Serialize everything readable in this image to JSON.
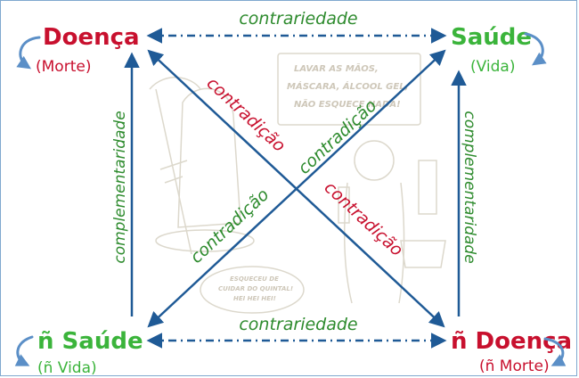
{
  "corners": {
    "top_left": {
      "term": "Doença",
      "sub": "(Morte)"
    },
    "top_right": {
      "term": "Saúde",
      "sub": "(Vida)"
    },
    "bottom_left": {
      "term": "ñ Saúde",
      "sub": "(ñ Vida)"
    },
    "bottom_right": {
      "term": "ñ Doença",
      "sub": "(ñ Morte)"
    }
  },
  "relations": {
    "contrariety_top": "contrariedade",
    "contrariety_bottom": "contrariedade",
    "complementarity_left": "complementaridade",
    "complementarity_right": "complementaridade",
    "contradiction_1": "contradição",
    "contradiction_2": "contradição",
    "contradiction_3": "contradição",
    "contradiction_4": "contradição"
  },
  "background_cartoon": {
    "sign": [
      "LAVAR AS MÃOS,",
      "MÁSCARA, ÁLCOOL GEL,",
      "NÃO ESQUECE NADA!"
    ],
    "bubble": [
      "ESQUECEU DE",
      "CUIDAR DO QUINTAL!",
      "HEI HEI HEI!"
    ]
  },
  "colors": {
    "death_term": "#c8102e",
    "life_term": "#3bb43b",
    "relation_green": "#2e8b2e",
    "arrow_blue": "#1f5a96"
  }
}
